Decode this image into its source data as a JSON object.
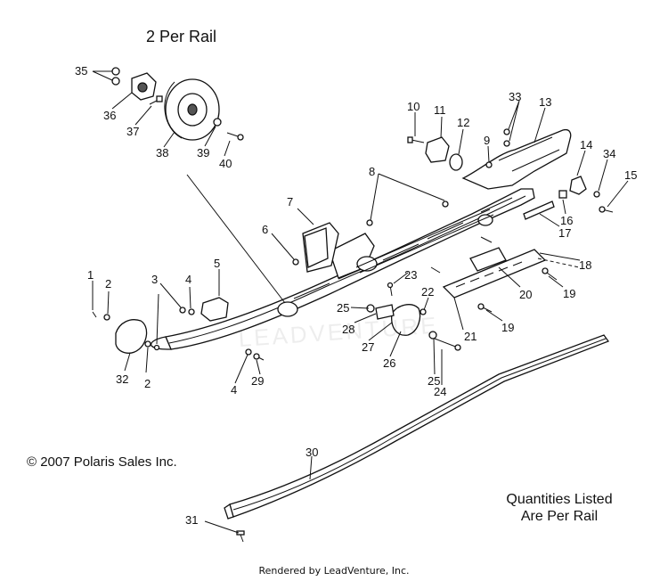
{
  "notes": {
    "per_rail_top": "2 Per Rail",
    "copyright": "© 2007 Polaris Sales Inc.",
    "quantities_line1": "Quantities Listed",
    "quantities_line2": "Are Per Rail"
  },
  "footer": "Rendered by LeadVenture, Inc.",
  "watermark": "LEADVENTURE",
  "callouts": [
    "1",
    "2",
    "2",
    "3",
    "4",
    "4",
    "5",
    "6",
    "7",
    "8",
    "9",
    "10",
    "11",
    "12",
    "13",
    "14",
    "15",
    "16",
    "17",
    "18",
    "19",
    "19",
    "20",
    "21",
    "22",
    "23",
    "24",
    "25",
    "25",
    "26",
    "27",
    "28",
    "29",
    "30",
    "31",
    "32",
    "33",
    "34",
    "35",
    "36",
    "37",
    "38",
    "39",
    "40"
  ]
}
